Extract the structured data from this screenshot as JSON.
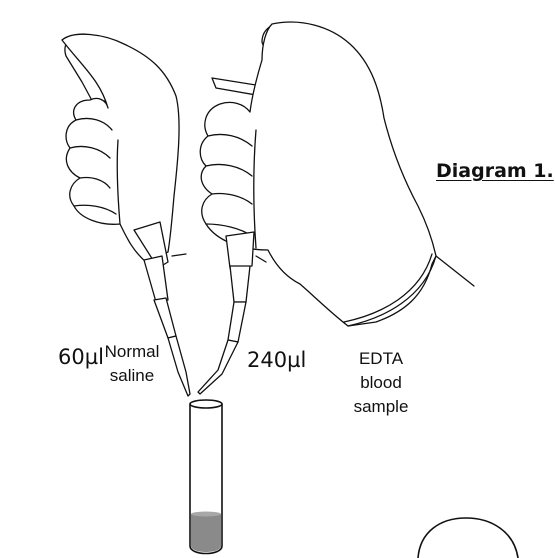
{
  "diagram": {
    "title": "Diagram 1.",
    "left_pipette": {
      "volume": "60µl",
      "content_line1": "Normal",
      "content_line2": "saline"
    },
    "right_pipette": {
      "volume": "240µl",
      "content_line1": "EDTA",
      "content_line2": "blood",
      "content_line3": "sample"
    },
    "colors": {
      "line": "#111111",
      "tube_contents": "#8a8a8a"
    }
  }
}
